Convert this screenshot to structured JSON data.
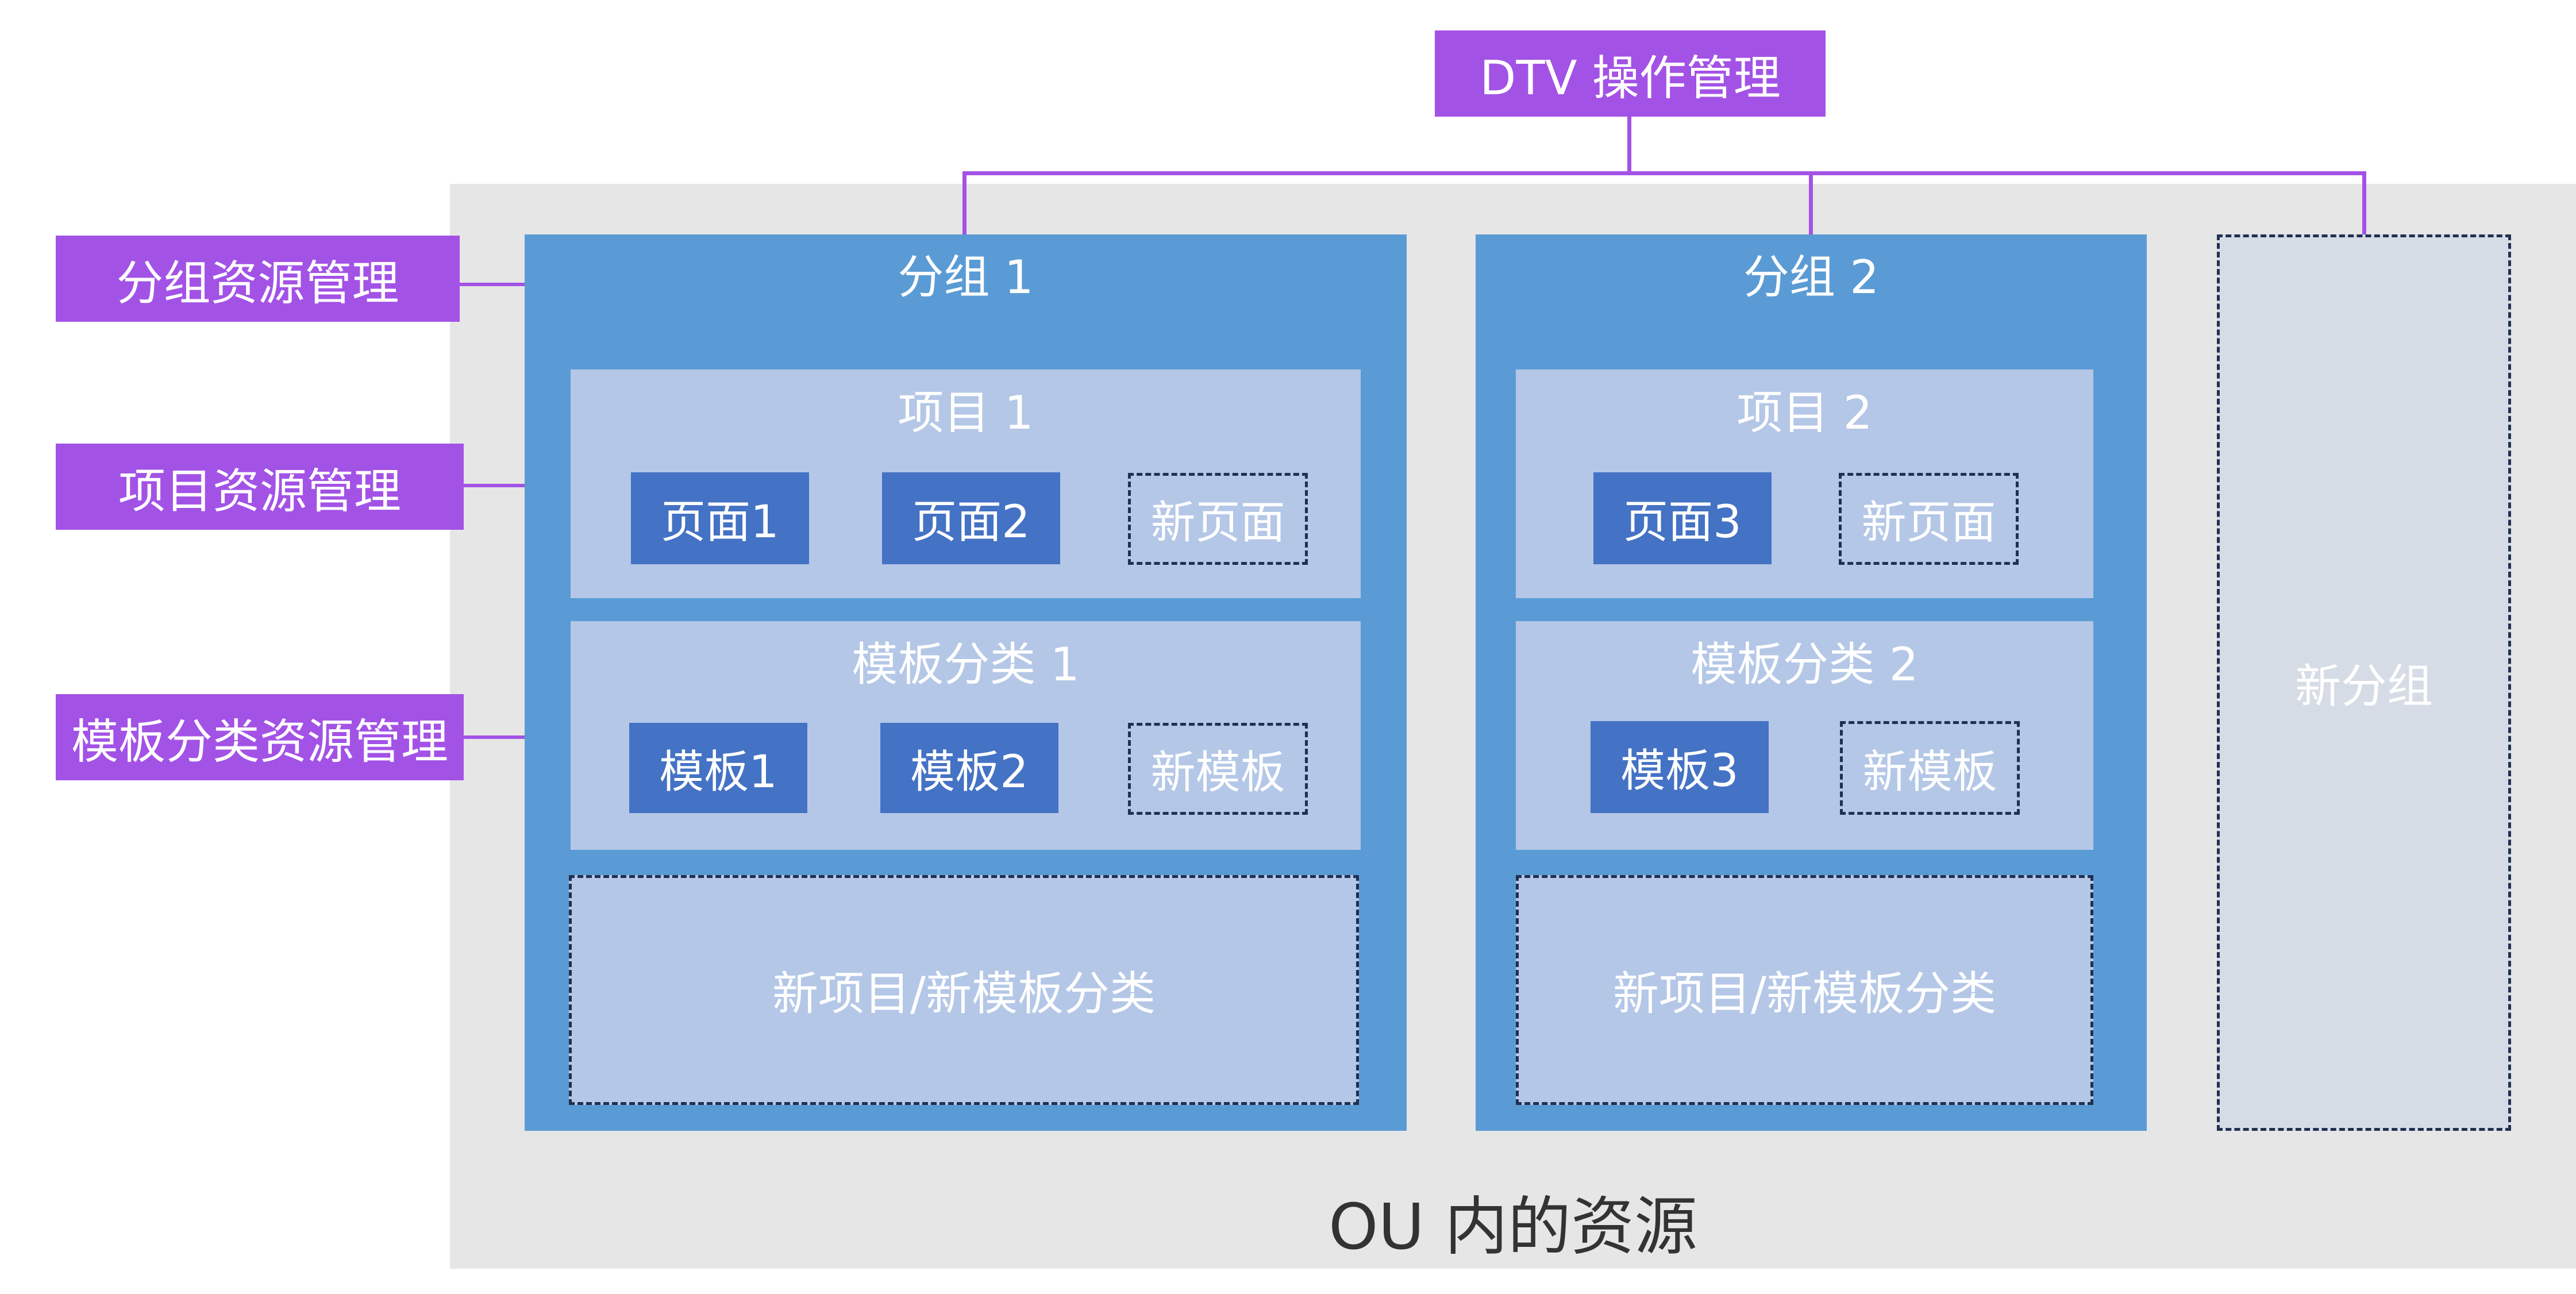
{
  "top_label": "DTV 操作管理",
  "ou_label": "OU 内的资源",
  "side_labels": {
    "group_mgmt": "分组资源管理",
    "project_mgmt": "项目资源管理",
    "template_mgmt": "模板分类资源管理"
  },
  "groups": [
    {
      "title": "分组 1",
      "project": {
        "title": "项目 1",
        "pages": [
          "页面1",
          "页面2"
        ],
        "new_page": "新页面"
      },
      "template_category": {
        "title": "模板分类 1",
        "templates": [
          "模板1",
          "模板2"
        ],
        "new_template": "新模板"
      },
      "new_block": "新项目/新模板分类"
    },
    {
      "title": "分组 2",
      "project": {
        "title": "项目 2",
        "pages": [
          "页面3"
        ],
        "new_page": "新页面"
      },
      "template_category": {
        "title": "模板分类 2",
        "templates": [
          "模板3"
        ],
        "new_template": "新模板"
      },
      "new_block": "新项目/新模板分类"
    }
  ],
  "new_group": "新分组",
  "colors": {
    "management": "#a352e6",
    "group": "#5b9bd5",
    "inner": "#b4c7e7",
    "item": "#4472c4",
    "ou_background": "#e6e6e6",
    "new_group_fill": "#d6dce5"
  }
}
